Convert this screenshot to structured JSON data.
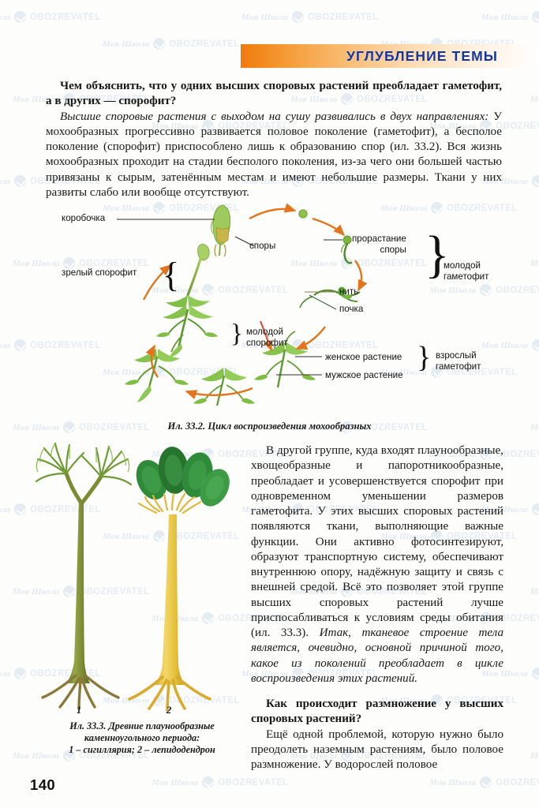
{
  "banner": {
    "title": "УГЛУБЛЕНИЕ ТЕМЫ",
    "gradient_start": "#f07a10",
    "gradient_end": "#ffffff",
    "text_color": "#14359c"
  },
  "top_text": {
    "question": "Чем объяснить, что у одних высших споровых растений преобладает гаметофит, а в других — спорофит?",
    "paragraph_lead": "Высшие споровые растения с выходом на сушу развивались в двух направлениях:",
    "paragraph_rest": " У мохообразных прогрессивно развивается половое поколение (гаметофит), а бесполое поколение (спорофит) приспособлено лишь к образованию спор (ил. 33.2). Вся жизнь мохообразных проходит на стадии бесполого поколения, из-за чего они большей частью привязаны к сырым, затенённым местам и имеют небольшие размеры. Ткани у них развиты слабо или вообще отсутствуют."
  },
  "figure_332": {
    "caption": "Ил. 33.2. Цикл воспроизведения мохообразных",
    "labels": {
      "korobochka": "коробочка",
      "spory": "споры",
      "zrelyi_sporofit": "зрелый спорофит",
      "prorastanie_spory_line1": "прорастание",
      "prorastanie_spory_line2": "споры",
      "nit": "нить",
      "pochka": "почка",
      "molodoi_gametofit_line1": "молодой",
      "molodoi_gametofit_line2": "гаметофит",
      "molodoi_sporofit_line1": "молодой",
      "molodoi_sporofit_line2": "спорофит",
      "zhenskoe_rastenie": "женское растение",
      "muzhskoe_rastenie": "мужское растение",
      "vzroslyi_gametofit_line1": "взрослый",
      "vzroslyi_gametofit_line2": "гаметофит"
    },
    "arrow_color": "#e2741c",
    "leader_color": "#1a1a1a"
  },
  "figure_333": {
    "caption_line1": "Ил. 33.3. Древние плаунообразные",
    "caption_line2": "каменноугольного периода:",
    "caption_line3": "1 – сигиллярия; 2 – лепидодендрон",
    "num1": "1",
    "num2": "2",
    "plant1_color": "#7d8c33",
    "plant2_color": "#e8c13a"
  },
  "right_column": {
    "para1": "В другой группе, куда входят плаунообразные, хвощеобразные и папоротникообразные, преобладает и усовершенствуется спорофит при одновременном уменьшении размеров гаметофита. У этих высших споровых растений появляются ткани, выполняющие важные функции. Они активно фотосинтезируют, образуют транспортную систему, обеспечивают внутреннюю опору, надёжную защиту и связь с внешней средой. Всё это позволяет этой группе высших споровых растений лучше приспосабливаться к условиям среды обитания (ил. 33.3). ",
    "para1_italic": "Итак, тканевое строение тела является, очевидно, основной причиной того, какое из поколений преобладает в цикле воспроизведения этих растений.",
    "question2": "Как происходит размножение у высших споровых растений?",
    "para2": "Ещё одной проблемой, которую нужно было преодолеть наземным растениям, было половое размножение. У водорослей половое"
  },
  "page_number": "140",
  "watermark": {
    "school_text": "Моя Школа",
    "brand_text": "OBOZREVATEL",
    "logo_icon": "check-circle-icon",
    "color": "#c2d5e5"
  }
}
